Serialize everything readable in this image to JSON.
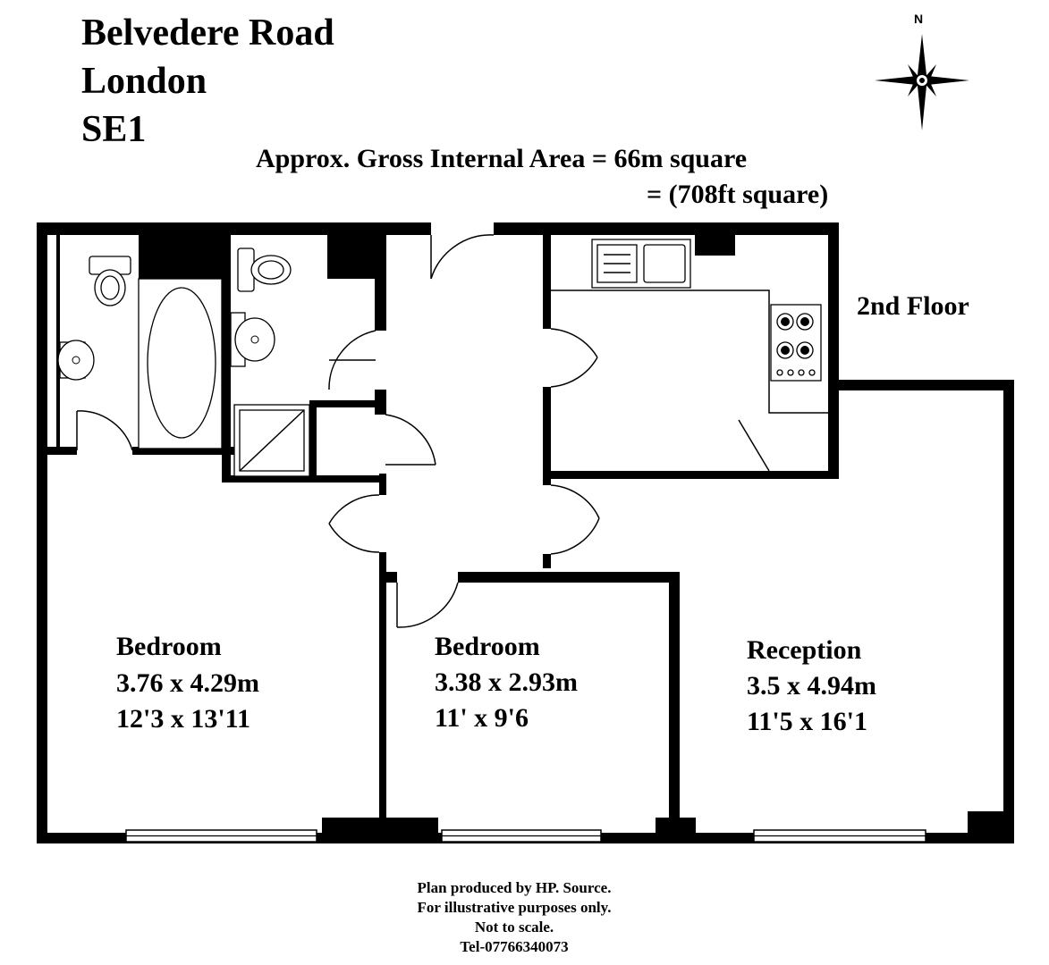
{
  "address": {
    "line1": "Belvedere Road",
    "line2": "London",
    "line3": "SE1"
  },
  "area": {
    "metric": "Approx. Gross Internal Area = 66m square",
    "imperial": "= (708ft square)"
  },
  "floor_label": "2nd Floor",
  "compass": {
    "north_label": "N"
  },
  "rooms": [
    {
      "name": "Bedroom",
      "metric": "3.76 x 4.29m",
      "imperial": "12'3 x 13'11"
    },
    {
      "name": "Bedroom",
      "metric": "3.38 x 2.93m",
      "imperial": "11' x 9'6"
    },
    {
      "name": "Reception",
      "metric": "3.5 x 4.94m",
      "imperial": "11'5 x 16'1"
    }
  ],
  "footer": {
    "line1": "Plan produced by HP. Source.",
    "line2": "For illustrative purposes only.",
    "line3": "Not to scale.",
    "line4": "Tel-07766340073"
  }
}
